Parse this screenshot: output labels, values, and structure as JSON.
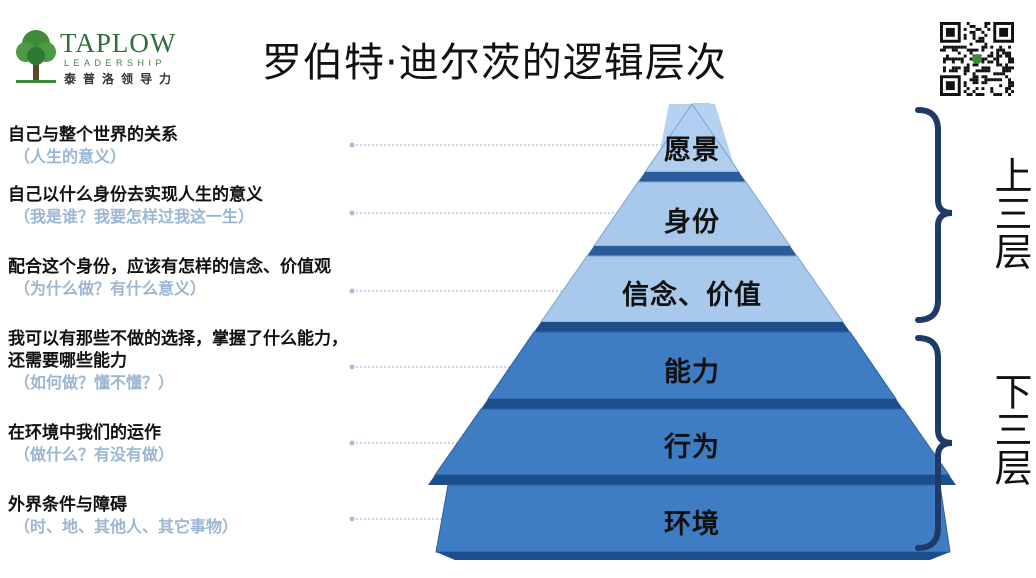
{
  "logo": {
    "brand": "TAPLOW",
    "sub": "LEADERSHIP",
    "cn": "泰普洛领导力"
  },
  "title": "罗伯特·迪尔茨的逻辑层次",
  "qr_icon": "qr-code-icon",
  "pyramid": [
    {
      "label": "愿景",
      "desc": "自己与整个世界的关系",
      "desc2": "",
      "sub": "（人生的意义）"
    },
    {
      "label": "身份",
      "desc": "自己以什么身份去实现人生的意义",
      "desc2": "",
      "sub": "（我是谁？我要怎样过我这一生）"
    },
    {
      "label": "信念、价值",
      "desc": "配合这个身份，应该有怎样的信念、价值观",
      "desc2": "",
      "sub": "（为什么做？有什么意义）"
    },
    {
      "label": "能力",
      "desc": "我可以有那些不做的选择，掌握了什么能力，",
      "desc2": "还需要哪些能力",
      "sub": "（如何做？懂不懂？）"
    },
    {
      "label": "行为",
      "desc": "在环境中我们的运作",
      "desc2": "",
      "sub": "（做什么？有没有做）"
    },
    {
      "label": "环境",
      "desc": "外界条件与障碍",
      "desc2": "",
      "sub": "（时、地、其他人、其它事物）"
    }
  ],
  "upper_label": "上三层",
  "lower_label": "下三层",
  "colors": {
    "light_blue": "#a8c8ec",
    "dark_blue": "#3a78c2",
    "band": "#1d4e8c",
    "sub_text": "#9bb6d2",
    "brace": "#1f3a68"
  }
}
